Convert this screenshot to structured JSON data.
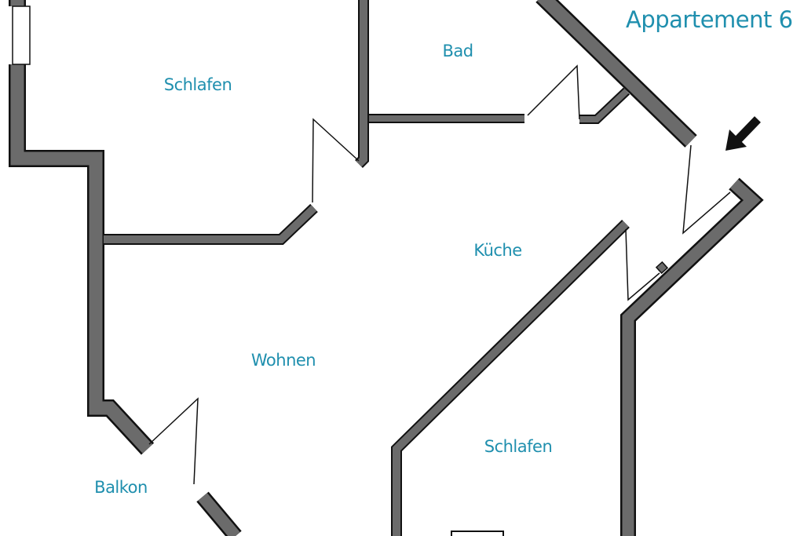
{
  "title": "Appartement 6",
  "rooms": {
    "schlafen_top": "Schlafen",
    "bad": "Bad",
    "kueche": "Küche",
    "wohnen": "Wohnen",
    "schlafen_bottom": "Schlafen",
    "balkon": "Balkon"
  },
  "colors": {
    "wall": "#6b6b6b",
    "outline": "#111111",
    "label": "#1f8fae"
  },
  "icons": {
    "entrance": "entrance-arrow-icon"
  }
}
